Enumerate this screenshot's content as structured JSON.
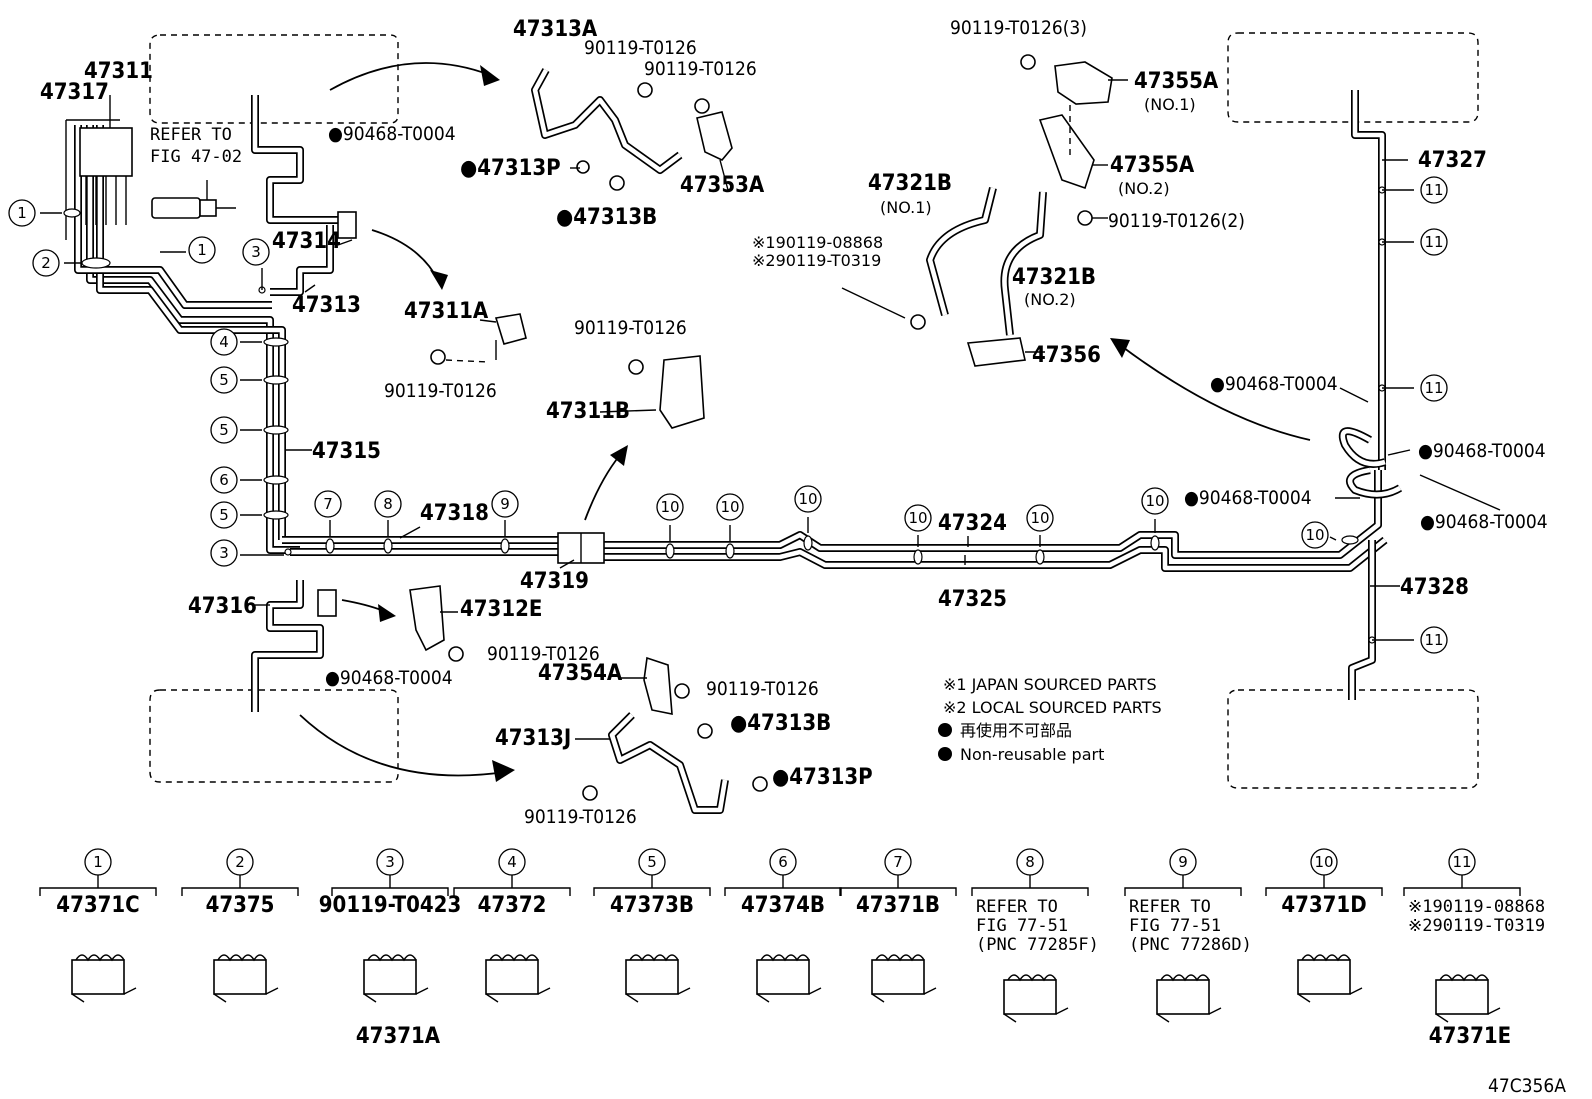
{
  "diagram_code": "47C356A",
  "refer_fig_47": "REFER TO\nFIG 47-02",
  "legend": [
    {
      "mark": "※1",
      "text": "JAPAN SOURCED PARTS"
    },
    {
      "mark": "※2",
      "text": "LOCAL SOURCED PARTS"
    },
    {
      "mark": "●",
      "text": "再使用不可部品"
    },
    {
      "mark": "●",
      "text": "Non-reusable part"
    }
  ],
  "part_labels": [
    {
      "id": "p47311",
      "text": "47311"
    },
    {
      "id": "p47317",
      "text": "47317"
    },
    {
      "id": "p47314",
      "text": "47314"
    },
    {
      "id": "p47313",
      "text": "47313"
    },
    {
      "id": "p47315",
      "text": "47315"
    },
    {
      "id": "p47318",
      "text": "47318"
    },
    {
      "id": "p47319",
      "text": "47319"
    },
    {
      "id": "p47316",
      "text": "47316"
    },
    {
      "id": "p47312E",
      "text": "47312E"
    },
    {
      "id": "p90468a",
      "text": "●90468-T0004"
    },
    {
      "id": "p90468b",
      "text": "●90468-T0004"
    },
    {
      "id": "p47313A",
      "text": "47313A"
    },
    {
      "id": "p90119a",
      "text": "90119-T0126"
    },
    {
      "id": "p90119b",
      "text": "90119-T0126"
    },
    {
      "id": "p47313P",
      "text": "●47313P"
    },
    {
      "id": "p47313B",
      "text": "●47313B"
    },
    {
      "id": "p47353A",
      "text": "47353A"
    },
    {
      "id": "p47311A",
      "text": "47311A"
    },
    {
      "id": "p90119c",
      "text": "90119-T0126"
    },
    {
      "id": "p90119d",
      "text": "90119-T0126"
    },
    {
      "id": "p47311B",
      "text": "47311B"
    },
    {
      "id": "p90119e",
      "text": "90119-T0126"
    },
    {
      "id": "p47354A",
      "text": "47354A"
    },
    {
      "id": "p90119f",
      "text": "90119-T0126"
    },
    {
      "id": "p47313B2",
      "text": "●47313B"
    },
    {
      "id": "p47313J",
      "text": "47313J"
    },
    {
      "id": "p47313P2",
      "text": "●47313P"
    },
    {
      "id": "p90119g",
      "text": "90119-T0126"
    },
    {
      "id": "p90119h",
      "text": "90119-T0126(3)"
    },
    {
      "id": "p47355A1",
      "text": "47355A"
    },
    {
      "id": "pNO1a",
      "text": "(NO.1)"
    },
    {
      "id": "p47355A2",
      "text": "47355A"
    },
    {
      "id": "pNO2a",
      "text": "(NO.2)"
    },
    {
      "id": "p90119i",
      "text": "90119-T0126(2)"
    },
    {
      "id": "p47321B1",
      "text": "47321B"
    },
    {
      "id": "pNO1b",
      "text": "(NO.1)"
    },
    {
      "id": "p47321B2",
      "text": "47321B"
    },
    {
      "id": "pNO2b",
      "text": "(NO.2)"
    },
    {
      "id": "pJ1",
      "text": "※190119-08868"
    },
    {
      "id": "pJ2",
      "text": "※290119-T0319"
    },
    {
      "id": "p47356",
      "text": "47356"
    },
    {
      "id": "p47327",
      "text": "47327"
    },
    {
      "id": "p90468c",
      "text": "●90468-T0004"
    },
    {
      "id": "p90468d",
      "text": "●90468-T0004"
    },
    {
      "id": "p90468e",
      "text": "●90468-T0004"
    },
    {
      "id": "p90468f",
      "text": "●90468-T0004"
    },
    {
      "id": "p47324",
      "text": "47324"
    },
    {
      "id": "p47325",
      "text": "47325"
    },
    {
      "id": "p47328",
      "text": "47328"
    }
  ],
  "callouts": [
    {
      "id": "c1a",
      "num": "1"
    },
    {
      "id": "c1b",
      "num": "1"
    },
    {
      "id": "c2",
      "num": "2"
    },
    {
      "id": "c3a",
      "num": "3"
    },
    {
      "id": "c4",
      "num": "4"
    },
    {
      "id": "c5a",
      "num": "5"
    },
    {
      "id": "c5b",
      "num": "5"
    },
    {
      "id": "c6",
      "num": "6"
    },
    {
      "id": "c5c",
      "num": "5"
    },
    {
      "id": "c3b",
      "num": "3"
    },
    {
      "id": "c7",
      "num": "7"
    },
    {
      "id": "c8",
      "num": "8"
    },
    {
      "id": "c9",
      "num": "9"
    },
    {
      "id": "c10a",
      "num": "10"
    },
    {
      "id": "c10b",
      "num": "10"
    },
    {
      "id": "c10c",
      "num": "10"
    },
    {
      "id": "c10d",
      "num": "10"
    },
    {
      "id": "c10e",
      "num": "10"
    },
    {
      "id": "c10f",
      "num": "10"
    },
    {
      "id": "c10g",
      "num": "10"
    },
    {
      "id": "c11a",
      "num": "11"
    },
    {
      "id": "c11b",
      "num": "11"
    },
    {
      "id": "c11c",
      "num": "11"
    },
    {
      "id": "c11d",
      "num": "11"
    }
  ],
  "parts_key": [
    {
      "num": "1",
      "lines": [
        "47371C"
      ],
      "bottom": ""
    },
    {
      "num": "2",
      "lines": [
        "47375"
      ],
      "bottom": ""
    },
    {
      "num": "3",
      "lines": [
        "90119-T0423"
      ],
      "bottom": "47371A"
    },
    {
      "num": "4",
      "lines": [
        "47372"
      ],
      "bottom": ""
    },
    {
      "num": "5",
      "lines": [
        "47373B"
      ],
      "bottom": ""
    },
    {
      "num": "6",
      "lines": [
        "47374B"
      ],
      "bottom": ""
    },
    {
      "num": "7",
      "lines": [
        "47371B"
      ],
      "bottom": ""
    },
    {
      "num": "8",
      "lines": [
        "REFER TO",
        "FIG 77-51",
        "(PNC 77285F)"
      ],
      "bottom": ""
    },
    {
      "num": "9",
      "lines": [
        "REFER TO",
        "FIG 77-51",
        "(PNC 77286D)"
      ],
      "bottom": ""
    },
    {
      "num": "10",
      "lines": [
        "47371D"
      ],
      "bottom": ""
    },
    {
      "num": "11",
      "lines": [
        "※190119-08868",
        "※290119-T0319"
      ],
      "bottom": "47371E"
    }
  ]
}
